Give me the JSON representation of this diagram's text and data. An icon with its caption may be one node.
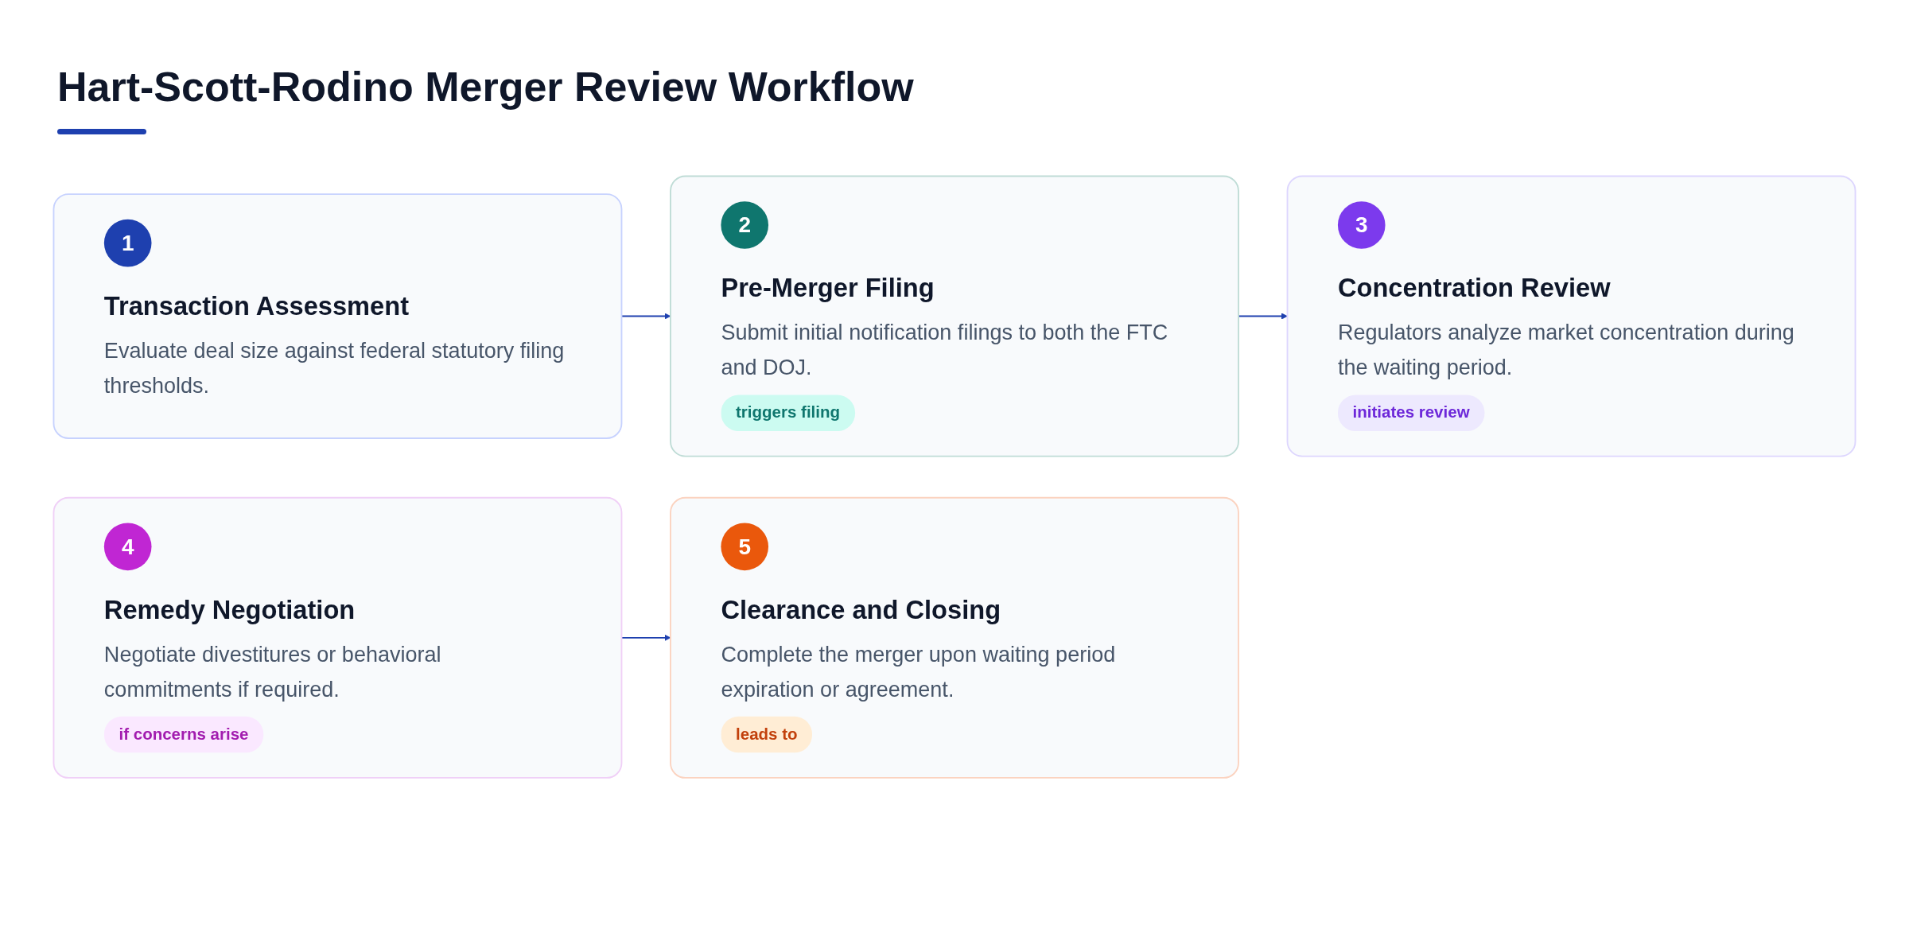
{
  "diagram": {
    "title": "Hart-Scott-Rodino Merger Review Workflow",
    "nodes": [
      {
        "text": [
          "1",
          "Transaction Assessment",
          "Evaluate deal size against federal statutory filing thresholds."
        ]
      },
      {
        "text": [
          "2",
          "Pre-Merger Filing",
          "Submit initial notification filings to both the FTC and DOJ.",
          "triggers filing"
        ]
      },
      {
        "text": [
          "3",
          "Concentration Review",
          "Regulators analyze market concentration during the waiting period.",
          "initiates review"
        ]
      },
      {
        "text": [
          "4",
          "Remedy Negotiation",
          "Negotiate divestitures or behavioral commitments if required.",
          "if concerns arise"
        ]
      },
      {
        "text": [
          "5",
          "Clearance and Closing",
          "Complete the merger upon waiting period expiration or agreement.",
          "leads to"
        ]
      }
    ],
    "edges": [
      {
        "from": 0,
        "to": 1,
        "arrow": "to"
      },
      {
        "from": 1,
        "to": 2,
        "arrow": "to"
      },
      {
        "from": 3,
        "to": 4,
        "arrow": "to"
      }
    ]
  }
}
